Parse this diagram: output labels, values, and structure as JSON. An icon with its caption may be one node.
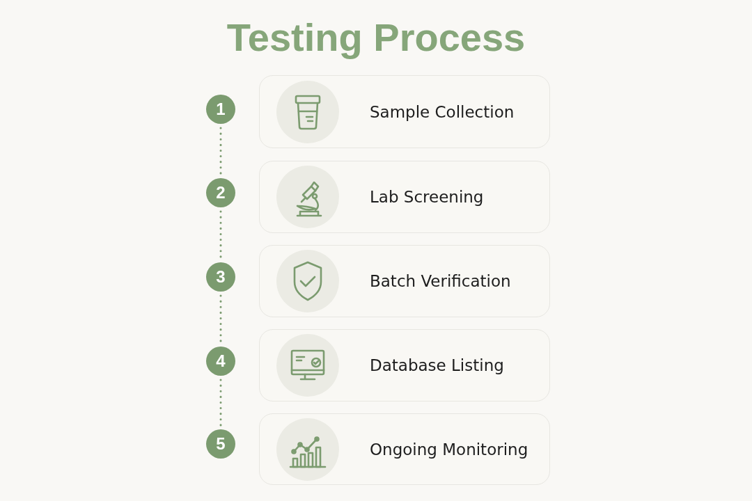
{
  "diagram": {
    "title": "Testing Process",
    "nodes": [
      {
        "text": [
          "1"
        ]
      },
      {
        "text": [
          "Sample Collection"
        ]
      },
      {
        "text": [
          "2"
        ]
      },
      {
        "text": [
          "Lab Screening"
        ]
      },
      {
        "text": [
          "3"
        ]
      },
      {
        "text": [
          "Batch Verification"
        ]
      },
      {
        "text": [
          "4"
        ]
      },
      {
        "text": [
          "Database Listing"
        ]
      },
      {
        "text": [
          "5"
        ]
      },
      {
        "text": [
          "Ongoing Monitoring"
        ]
      }
    ],
    "edges": [
      {
        "from": 0,
        "to": 2,
        "arrow": "none",
        "style": "dashed"
      },
      {
        "from": 2,
        "to": 4,
        "arrow": "none",
        "style": "dashed"
      },
      {
        "from": 4,
        "to": 6,
        "arrow": "none",
        "style": "dashed"
      },
      {
        "from": 6,
        "to": 8,
        "arrow": "none",
        "style": "dashed"
      }
    ]
  }
}
